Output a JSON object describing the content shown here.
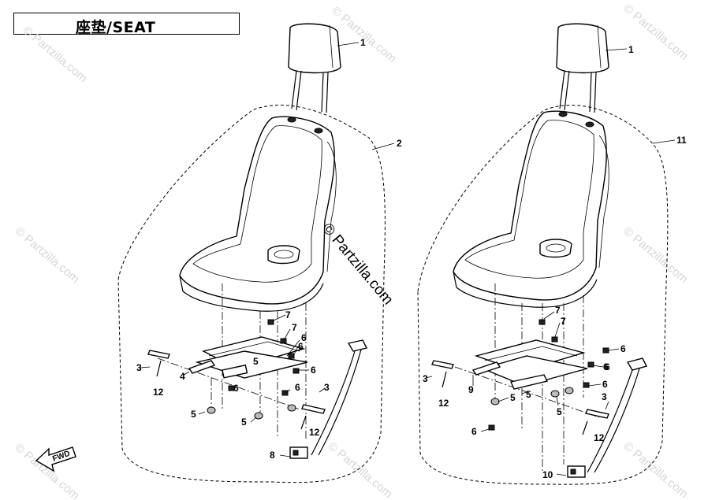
{
  "title": "座垫/SEAT",
  "watermark": {
    "main": "© Partzilla.com",
    "tile": "© Partzilla.com"
  },
  "fwd_label": "FWD",
  "callouts": {
    "left": [
      "1",
      "2",
      "7",
      "7",
      "6",
      "6",
      "5",
      "6",
      "3",
      "12",
      "4",
      "6",
      "6",
      "3",
      "12",
      "5",
      "5",
      "8"
    ],
    "right": [
      "1",
      "11",
      "7",
      "7",
      "6",
      "6",
      "3",
      "12",
      "9",
      "5",
      "5",
      "6",
      "6",
      "5",
      "3",
      "12",
      "6",
      "10"
    ]
  }
}
